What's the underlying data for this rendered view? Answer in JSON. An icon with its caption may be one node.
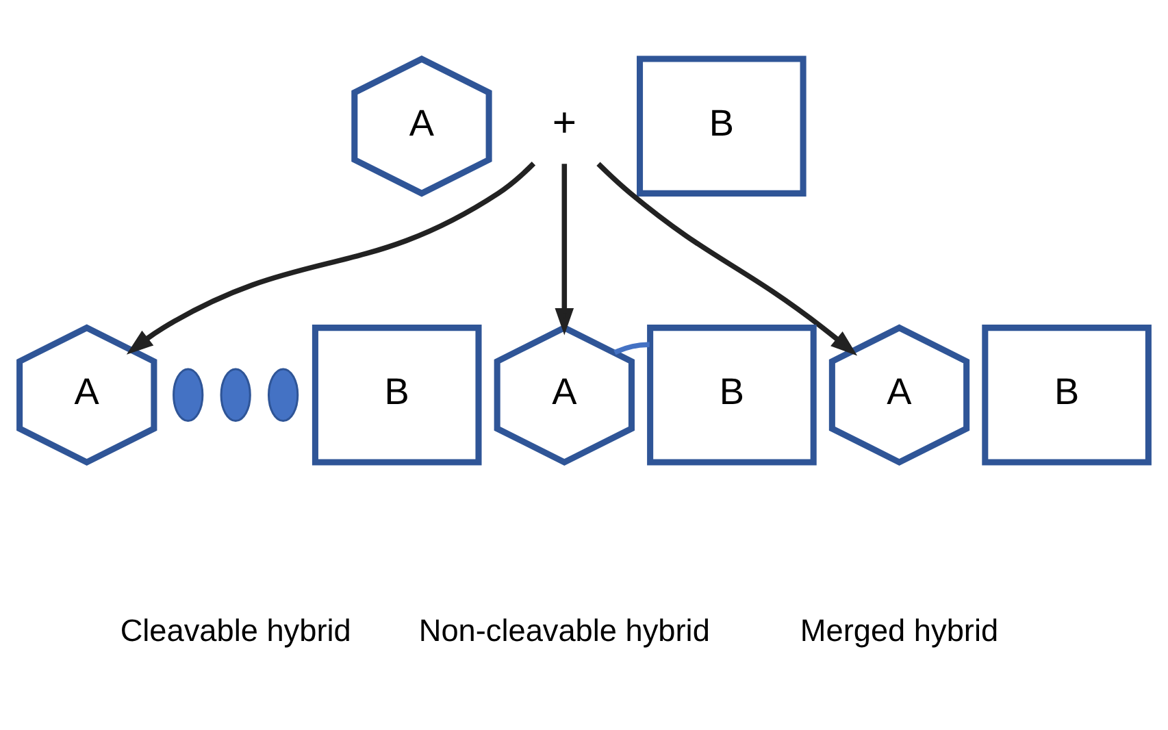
{
  "diagram": {
    "nodes": [
      {
        "text": [
          "A"
        ]
      },
      {
        "text": [
          "+"
        ]
      },
      {
        "text": [
          "B"
        ]
      },
      {
        "text": [
          "A"
        ]
      },
      {
        "text": [],
        "shape": "circle"
      },
      {
        "text": [],
        "shape": "circle"
      },
      {
        "text": [],
        "shape": "circle"
      },
      {
        "text": [
          "B"
        ]
      },
      {
        "text": [
          "A"
        ]
      },
      {
        "text": [
          "B"
        ]
      },
      {
        "text": [
          "A"
        ]
      },
      {
        "text": [
          "B"
        ]
      }
    ],
    "edges": [
      {
        "from": 1,
        "to": 3,
        "arrow": "to"
      },
      {
        "from": 1,
        "to": 8,
        "arrow": "to"
      },
      {
        "from": 1,
        "to": 10,
        "arrow": "to"
      },
      {
        "from": 8,
        "to": 9,
        "arrow": "none",
        "color": "#4472c4"
      }
    ],
    "labels": [
      "Cleavable hybrid",
      "Non-cleavable hybrid",
      "Merged hybrid"
    ]
  }
}
